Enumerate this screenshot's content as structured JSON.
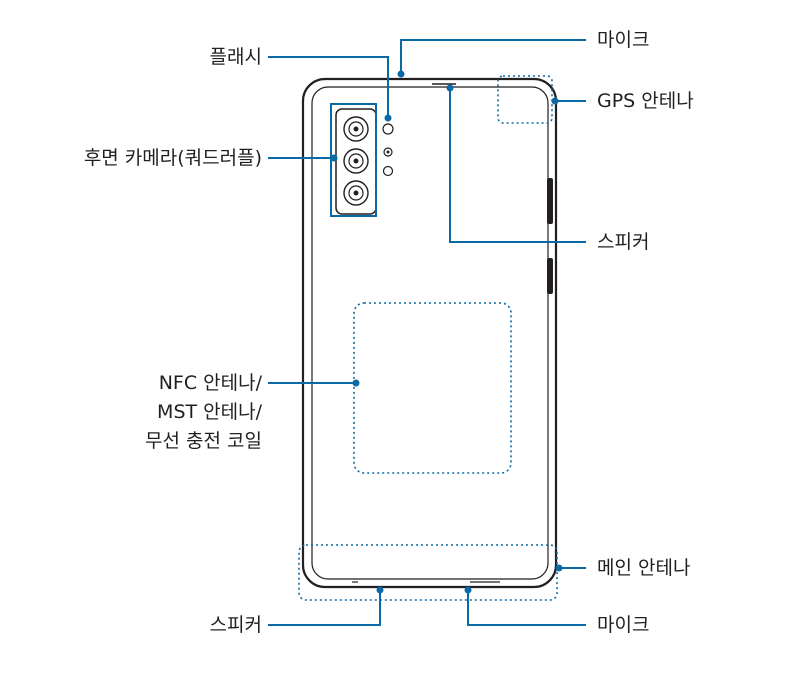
{
  "labels": {
    "flash": "플래시",
    "rear_camera": "후면 카메라(쿼드러플)",
    "nfc_line1": "NFC 안테나/",
    "nfc_line2": "MST 안테나/",
    "nfc_line3": "무선 충전 코일",
    "speaker_bottom": "스피커",
    "mic_top": "마이크",
    "gps_antenna": "GPS 안테나",
    "speaker_top": "스피커",
    "main_antenna": "메인 안테나",
    "mic_bottom": "마이크"
  },
  "colors": {
    "leader": "#0a6aa6",
    "phone_outline": "#231f20",
    "dotted": "#0a6aa6",
    "text": "#231f20"
  }
}
